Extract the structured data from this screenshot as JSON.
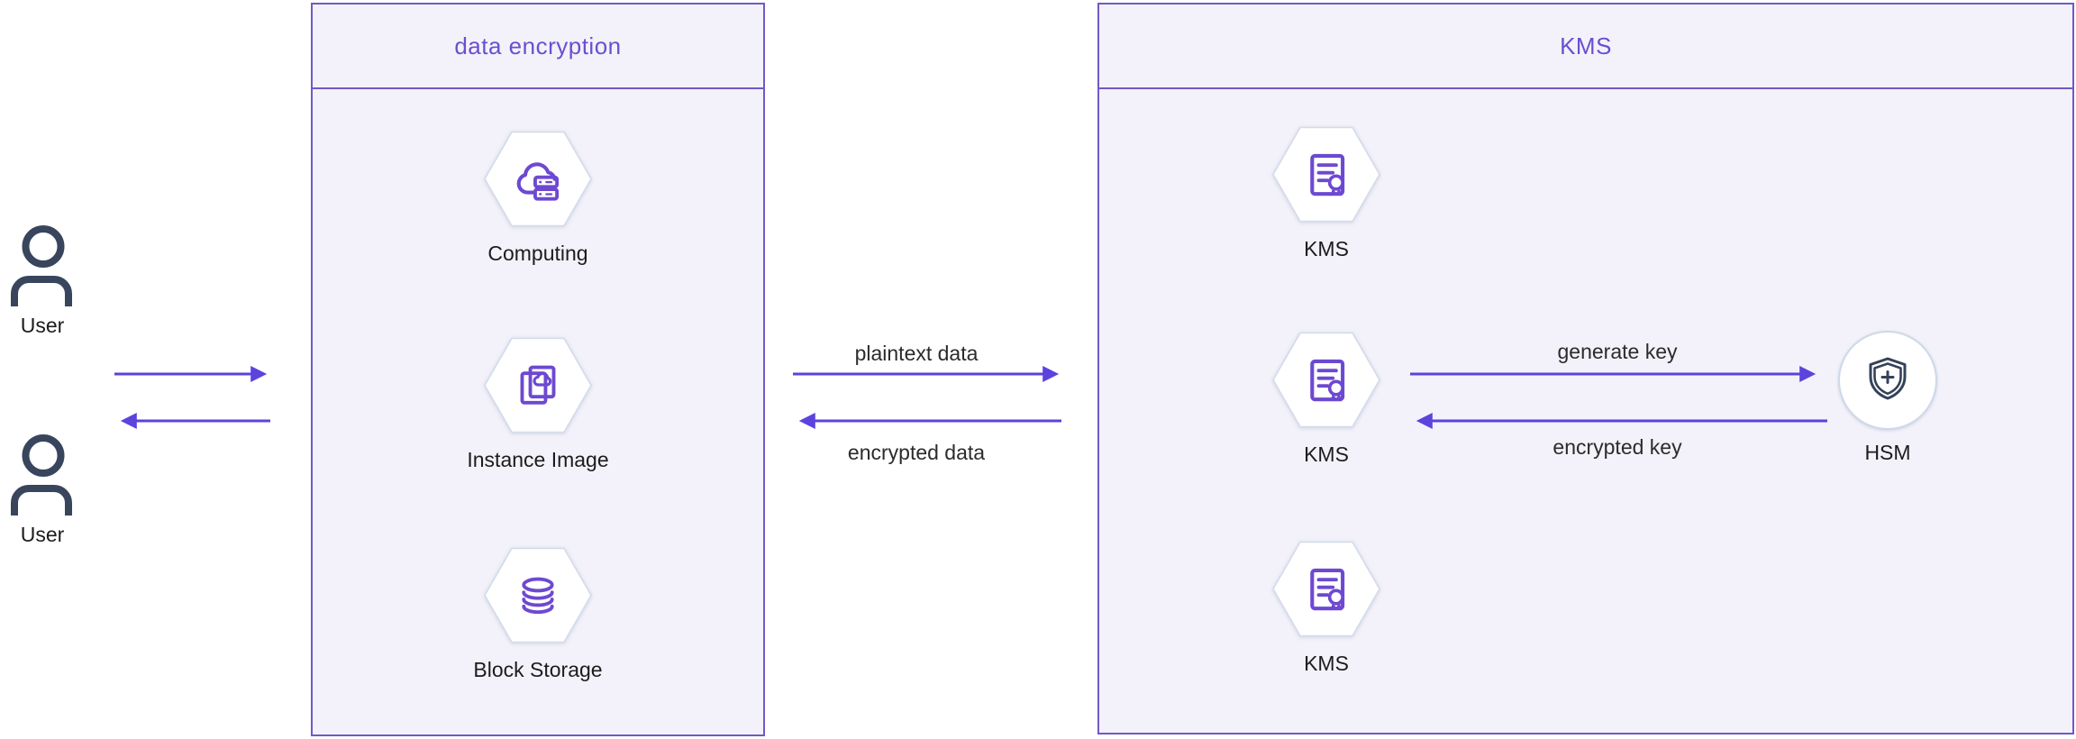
{
  "users": [
    {
      "label": "User"
    },
    {
      "label": "User"
    }
  ],
  "encryption_box": {
    "title": "data encryption",
    "nodes": [
      {
        "label": "Computing",
        "icon": "computing-icon"
      },
      {
        "label": "Instance Image",
        "icon": "instance-image-icon"
      },
      {
        "label": "Block Storage",
        "icon": "block-storage-icon"
      }
    ]
  },
  "kms_box": {
    "title": "KMS",
    "nodes": [
      {
        "label": "KMS",
        "icon": "kms-certificate-icon"
      },
      {
        "label": "KMS",
        "icon": "kms-certificate-icon"
      },
      {
        "label": "KMS",
        "icon": "kms-certificate-icon"
      }
    ],
    "hsm": {
      "label": "HSM",
      "icon": "hsm-shield-icon"
    }
  },
  "flows": {
    "plaintext": "plaintext data",
    "encrypted": "encrypted data",
    "generate_key": "generate key",
    "encrypted_key": "encrypted key"
  },
  "icons": {
    "user": "user-icon",
    "computing": "computing-icon",
    "instance_image": "instance-image-icon",
    "block_storage": "block-storage-icon",
    "kms": "kms-certificate-icon",
    "hsm": "hsm-shield-icon"
  },
  "colors": {
    "accent_purple": "#6a4fd0",
    "arrow_purple": "#5b43dd",
    "icon_purple": "#6d49d1",
    "box_fill": "#f3f2fa",
    "box_border": "#7158c7",
    "hex_border": "#d3dcea",
    "dark_navy": "#344258",
    "label_text": "#1c1c1c"
  }
}
